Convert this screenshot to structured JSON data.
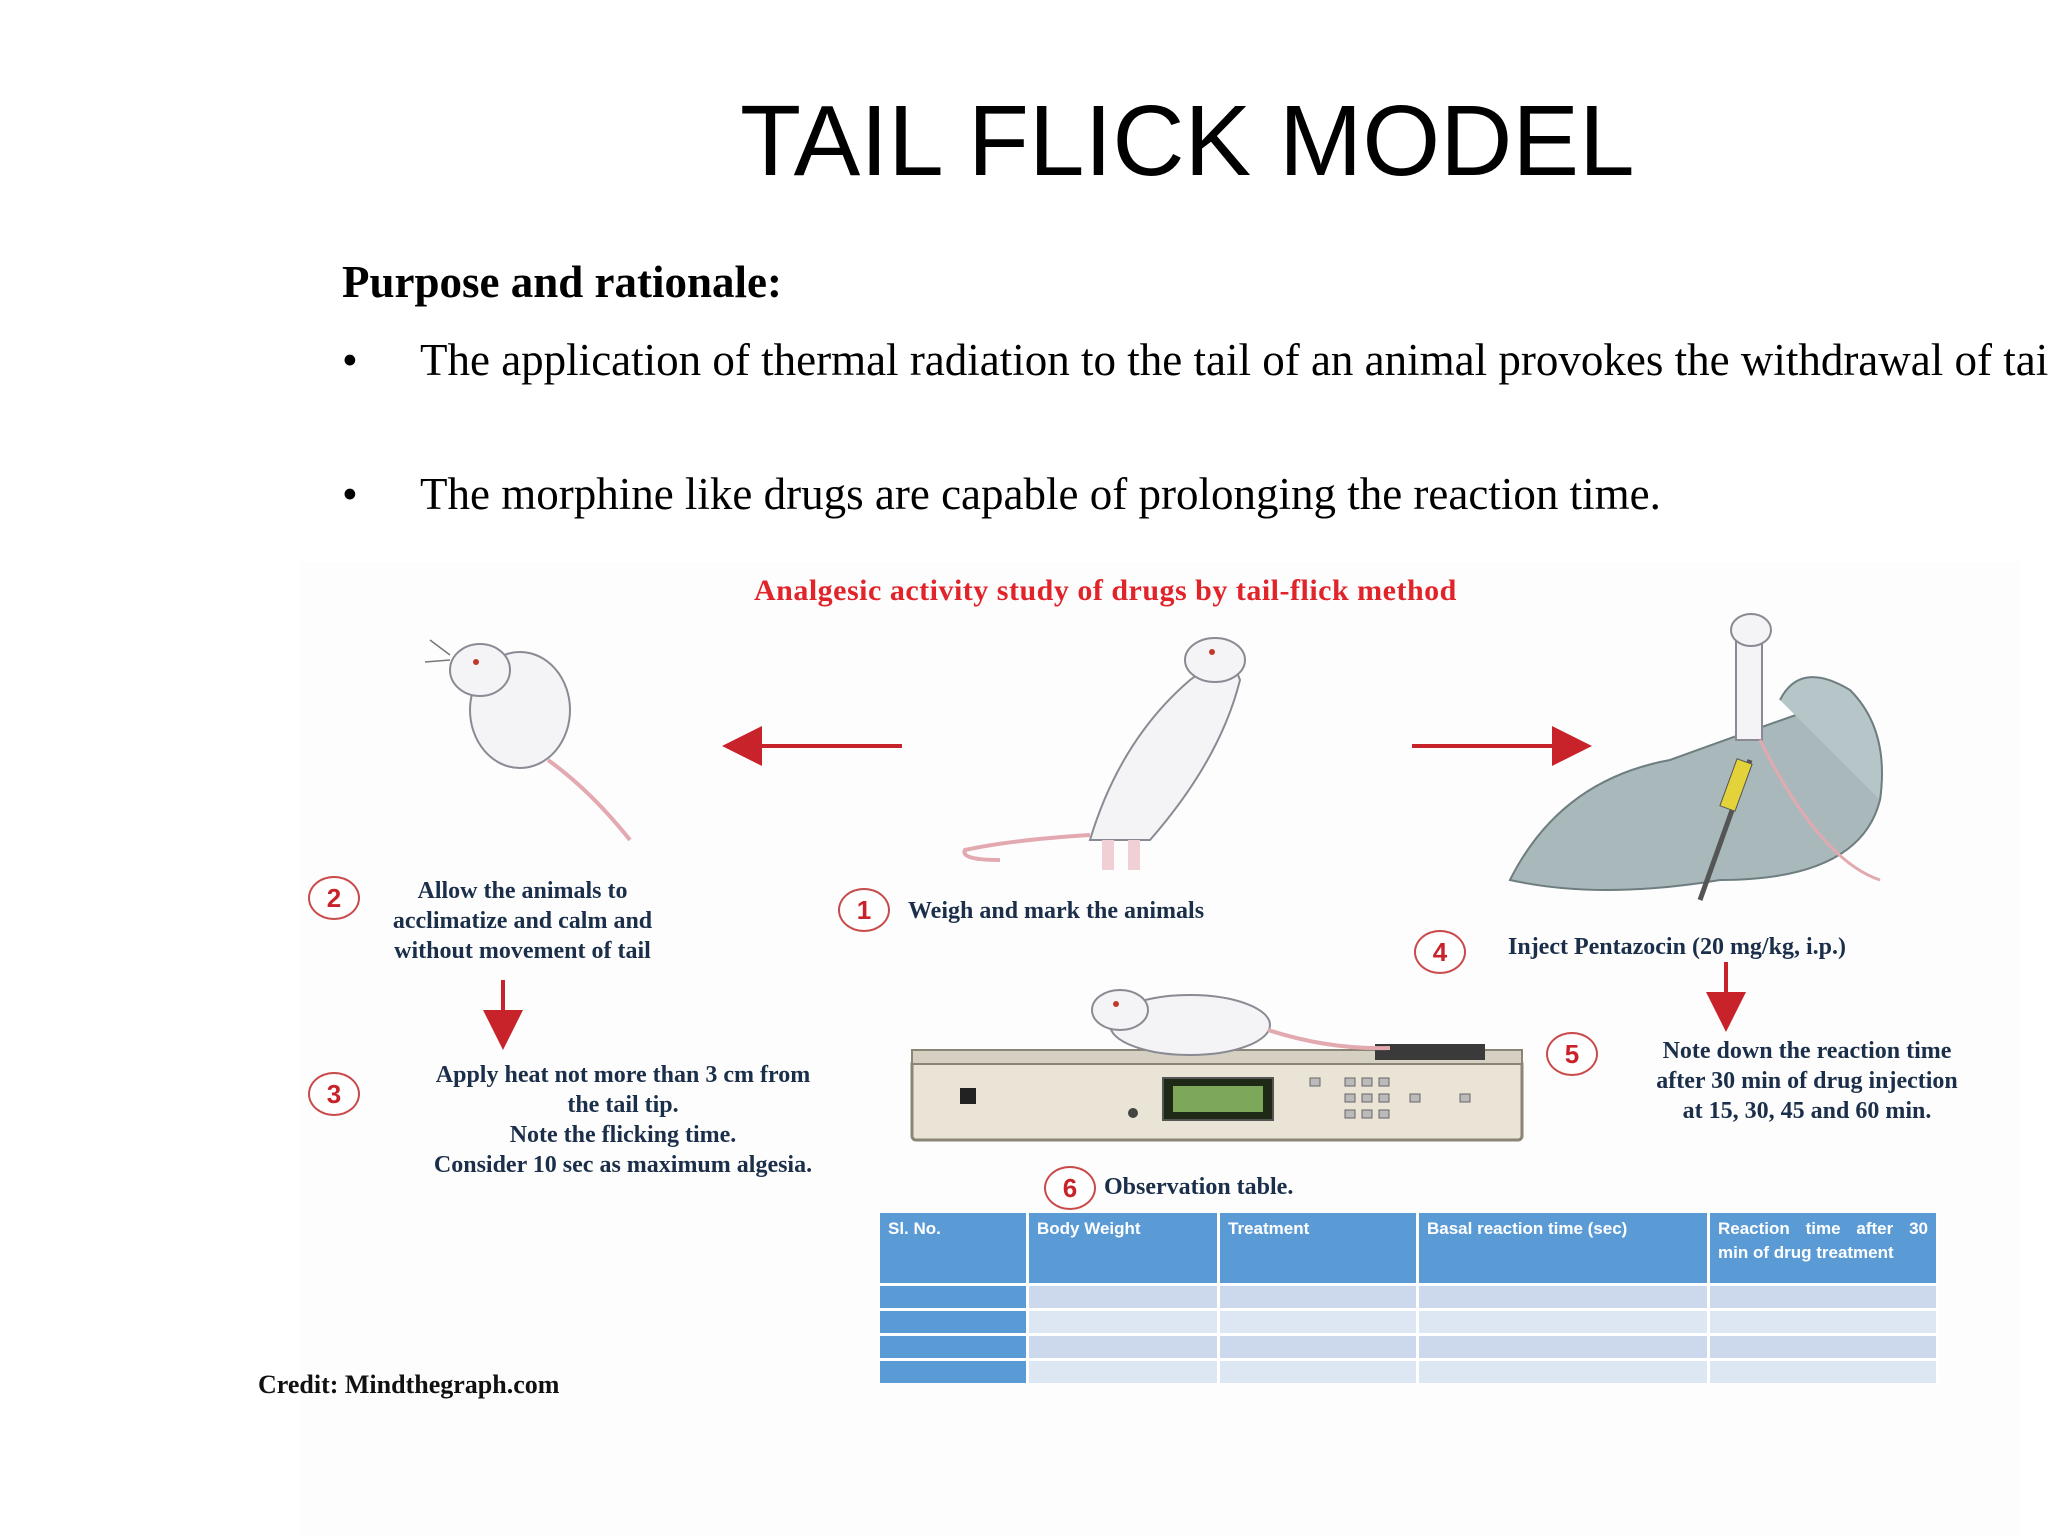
{
  "slide": {
    "title": "TAIL FLICK MODEL",
    "section_heading": "Purpose and rationale:",
    "bullets": [
      " The application of thermal radiation to the tail of an animal provokes the withdrawal of tail.",
      "The morphine like drugs are capable of prolonging the reaction time."
    ],
    "bullet_symbol": "•"
  },
  "figure": {
    "title": "Analgesic activity study of drugs by tail-flick method",
    "steps": [
      {
        "num": "1",
        "lines": [
          "Weigh and mark the animals"
        ]
      },
      {
        "num": "2",
        "lines": [
          "Allow the animals to",
          "acclimatize and calm and",
          "without movement of tail"
        ]
      },
      {
        "num": "3",
        "lines": [
          "Apply heat not more than 3 cm from",
          "the tail tip.",
          "Note the flicking time.",
          "Consider 10 sec as maximum algesia."
        ]
      },
      {
        "num": "4",
        "lines": [
          "Inject Pentazocin (20 mg/kg, i.p.)"
        ]
      },
      {
        "num": "5",
        "lines": [
          "Note down the reaction time",
          "after 30 min of drug injection",
          "at 15, 30, 45 and 60 min."
        ]
      },
      {
        "num": "6",
        "lines": [
          "Observation table."
        ]
      }
    ],
    "table": {
      "headers": [
        "Sl. No.",
        "Body Weight",
        "Treatment",
        "Basal reaction time (sec)",
        "Reaction time after 30 min of drug treatment"
      ],
      "empty_rows": 4
    },
    "credit": "Credit: Mindthegraph.com",
    "colors": {
      "accent_red": "#e0242a",
      "step_text": "#1b2f4a",
      "table_header": "#5b9bd5",
      "table_cell": "#dde6f3"
    }
  }
}
